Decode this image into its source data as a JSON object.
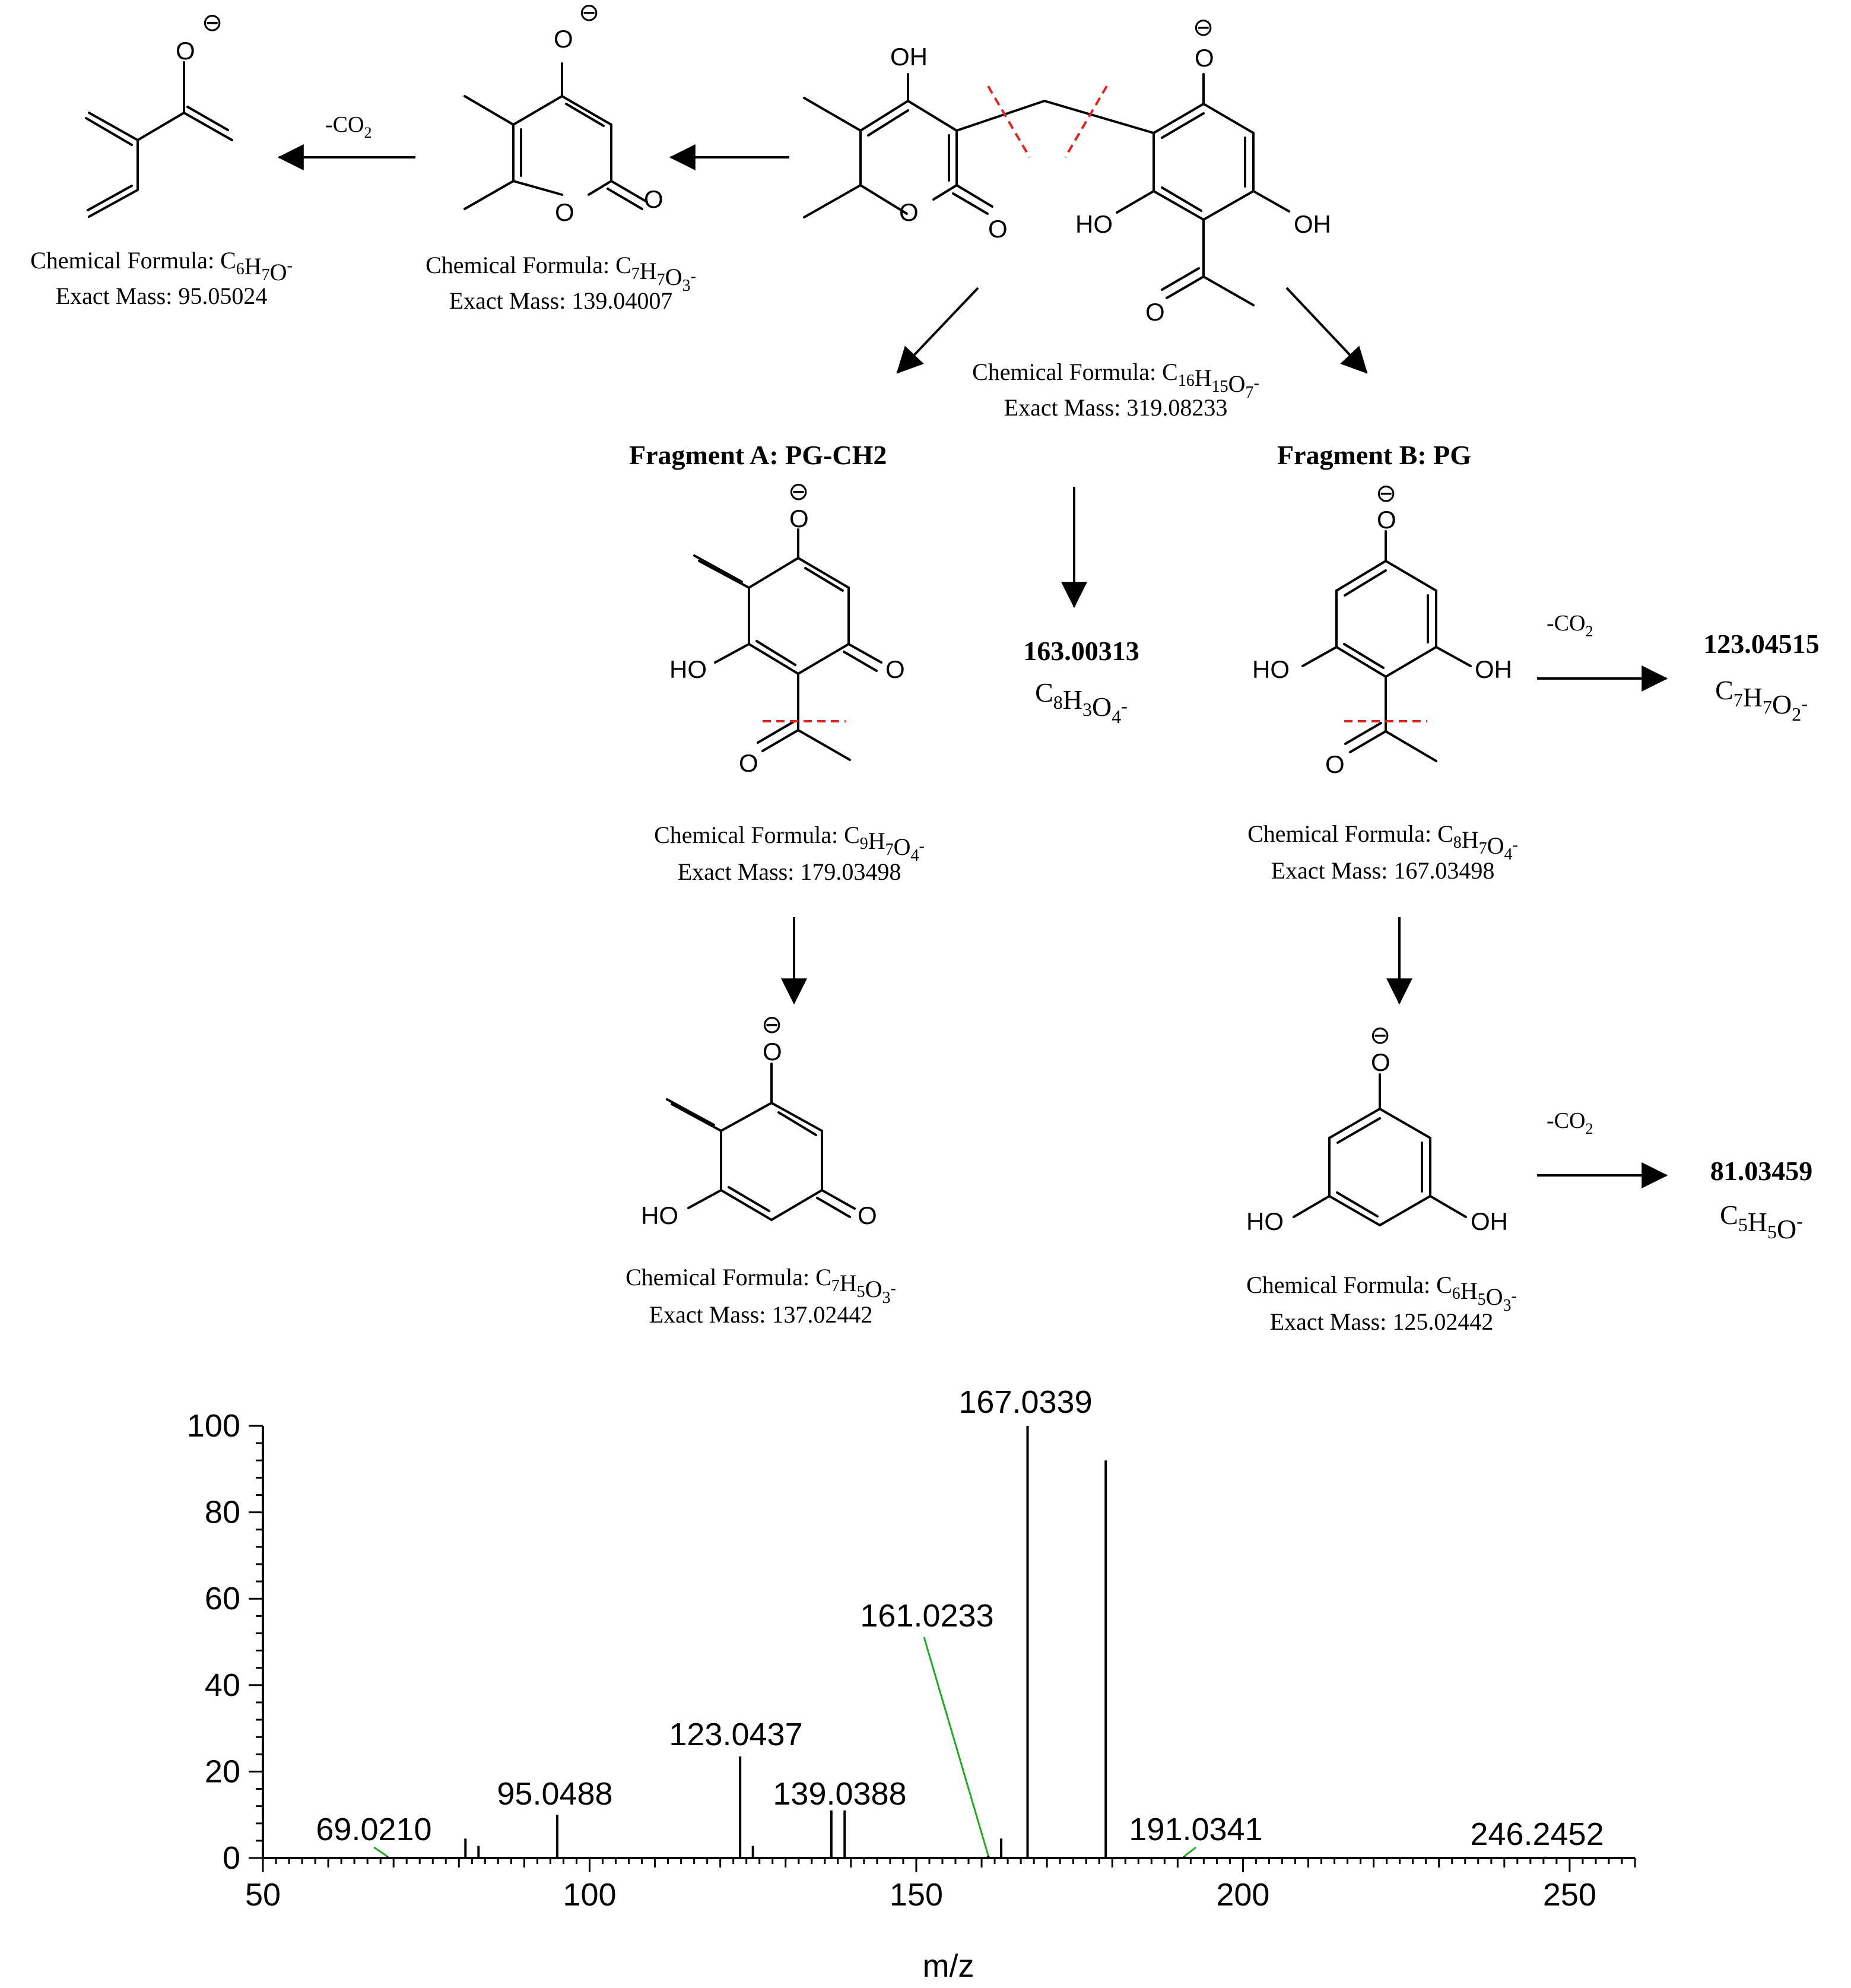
{
  "labels": {
    "cap_prefix_formula": "Chemical Formula: ",
    "cap_prefix_mass": "Exact Mass: ",
    "loss": "-CO",
    "loss_sub": "2",
    "fragA_title": "Fragment A: PG-CH2",
    "fragB_title": "Fragment B: PG",
    "OH": "OH",
    "HO": "HO",
    "O": "O",
    "charge": "⊖",
    "neg": "-"
  },
  "molecules": {
    "parent": {
      "formula": [
        [
          "C",
          ""
        ],
        [
          "",
          "16"
        ],
        [
          "H",
          ""
        ],
        [
          "",
          "15"
        ],
        [
          "O",
          ""
        ],
        [
          "",
          "7"
        ]
      ],
      "mass": "319.08233"
    },
    "pyrone": {
      "formula": [
        [
          "C",
          ""
        ],
        [
          "",
          "7"
        ],
        [
          "H",
          ""
        ],
        [
          "",
          "7"
        ],
        [
          "O",
          ""
        ],
        [
          "",
          "3"
        ]
      ],
      "mass": "139.04007"
    },
    "diene": {
      "formula": [
        [
          "C",
          ""
        ],
        [
          "",
          "6"
        ],
        [
          "H",
          ""
        ],
        [
          "",
          "7"
        ],
        [
          "O",
          ""
        ]
      ],
      "mass": "95.05024"
    },
    "fragA": {
      "formula": [
        [
          "C",
          ""
        ],
        [
          "",
          "9"
        ],
        [
          "H",
          ""
        ],
        [
          "",
          "7"
        ],
        [
          "O",
          ""
        ],
        [
          "",
          "4"
        ]
      ],
      "mass": "179.03498"
    },
    "fragB": {
      "formula": [
        [
          "C",
          ""
        ],
        [
          "",
          "8"
        ],
        [
          "H",
          ""
        ],
        [
          "",
          "7"
        ],
        [
          "O",
          ""
        ],
        [
          "",
          "4"
        ]
      ],
      "mass": "167.03498"
    },
    "fragA2": {
      "formula": [
        [
          "C",
          ""
        ],
        [
          "",
          "7"
        ],
        [
          "H",
          ""
        ],
        [
          "",
          "5"
        ],
        [
          "O",
          ""
        ],
        [
          "",
          "3"
        ]
      ],
      "mass": "137.02442"
    },
    "fragB2": {
      "formula": [
        [
          "C",
          ""
        ],
        [
          "",
          "6"
        ],
        [
          "H",
          ""
        ],
        [
          "",
          "5"
        ],
        [
          "O",
          ""
        ],
        [
          "",
          "3"
        ]
      ],
      "mass": "125.02442"
    }
  },
  "products": {
    "center": {
      "mass": "163.00313",
      "formula": [
        [
          "C",
          ""
        ],
        [
          "",
          "8"
        ],
        [
          "H",
          ""
        ],
        [
          "",
          "3"
        ],
        [
          "O",
          ""
        ],
        [
          "",
          "4"
        ]
      ]
    },
    "right1": {
      "mass": "123.04515",
      "formula": [
        [
          "C",
          ""
        ],
        [
          "",
          "7"
        ],
        [
          "H",
          ""
        ],
        [
          "",
          "7"
        ],
        [
          "O",
          ""
        ],
        [
          "",
          "2"
        ]
      ]
    },
    "right2": {
      "mass": "81.03459",
      "formula": [
        [
          "C",
          ""
        ],
        [
          "",
          "5"
        ],
        [
          "H",
          ""
        ],
        [
          "",
          "5"
        ],
        [
          "O",
          ""
        ]
      ]
    }
  },
  "chart_data": {
    "type": "bar",
    "xlabel": "m/z",
    "ylabel": "",
    "xlim": [
      50,
      260
    ],
    "ylim": [
      0,
      100
    ],
    "x_ticks": [
      50,
      100,
      150,
      200,
      250
    ],
    "y_ticks": [
      0,
      20,
      40,
      60,
      80,
      100
    ],
    "peaks": [
      {
        "x": 69.021,
        "y": 0.4
      },
      {
        "x": 81.0,
        "y": 4.5
      },
      {
        "x": 83.0,
        "y": 2.8
      },
      {
        "x": 95.0488,
        "y": 10.0
      },
      {
        "x": 123.0437,
        "y": 23.5
      },
      {
        "x": 125.0,
        "y": 2.8
      },
      {
        "x": 137.0,
        "y": 11.0
      },
      {
        "x": 139.0388,
        "y": 11.0
      },
      {
        "x": 161.0233,
        "y": 0.5
      },
      {
        "x": 163.0,
        "y": 4.5
      },
      {
        "x": 167.0339,
        "y": 100.0
      },
      {
        "x": 179.0,
        "y": 92.0
      },
      {
        "x": 191.0341,
        "y": 0.4
      },
      {
        "x": 246.2452,
        "y": 0.3
      }
    ],
    "annotations": [
      {
        "label": "69.0210",
        "x": 69.021,
        "y": 0.4,
        "leader": true
      },
      {
        "label": "95.0488",
        "x": 95.0488,
        "y": 10.0,
        "leader": false
      },
      {
        "label": "123.0437",
        "x": 123.0437,
        "y": 23.5,
        "leader": false
      },
      {
        "label": "139.0388",
        "x": 139.0388,
        "y": 11.0,
        "leader": false
      },
      {
        "label": "161.0233",
        "x": 161.0233,
        "y": 0.5,
        "leader": true
      },
      {
        "label": "167.0339",
        "x": 167.0339,
        "y": 100.0,
        "leader": false
      },
      {
        "label": "191.0341",
        "x": 191.0341,
        "y": 0.4,
        "leader": true
      },
      {
        "label": "246.2452",
        "x": 246.2452,
        "y": 0.3,
        "leader": false
      }
    ],
    "colors": {
      "axis": "#000000",
      "peaks": "#000000",
      "leader": "#22aa22",
      "cleavage": "#e32222"
    }
  }
}
